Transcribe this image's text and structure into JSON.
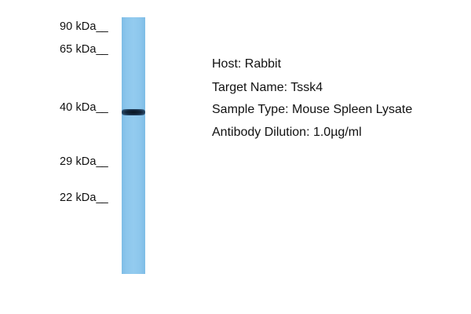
{
  "markers": [
    {
      "label": "90 kDa",
      "tick": "__"
    },
    {
      "label": "65 kDa",
      "tick": "__"
    },
    {
      "label": "40 kDa",
      "tick": "__"
    },
    {
      "label": "29 kDa",
      "tick": "__"
    },
    {
      "label": "22 kDa",
      "tick": "__"
    }
  ],
  "info": {
    "host": "Host: Rabbit",
    "target": "Target Name: Tssk4",
    "sample": "Sample Type: Mouse Spleen Lysate",
    "dilution": "Antibody Dilution: 1.0µg/ml"
  },
  "colors": {
    "lane": "#8cc6ec",
    "band": "#13253a"
  }
}
